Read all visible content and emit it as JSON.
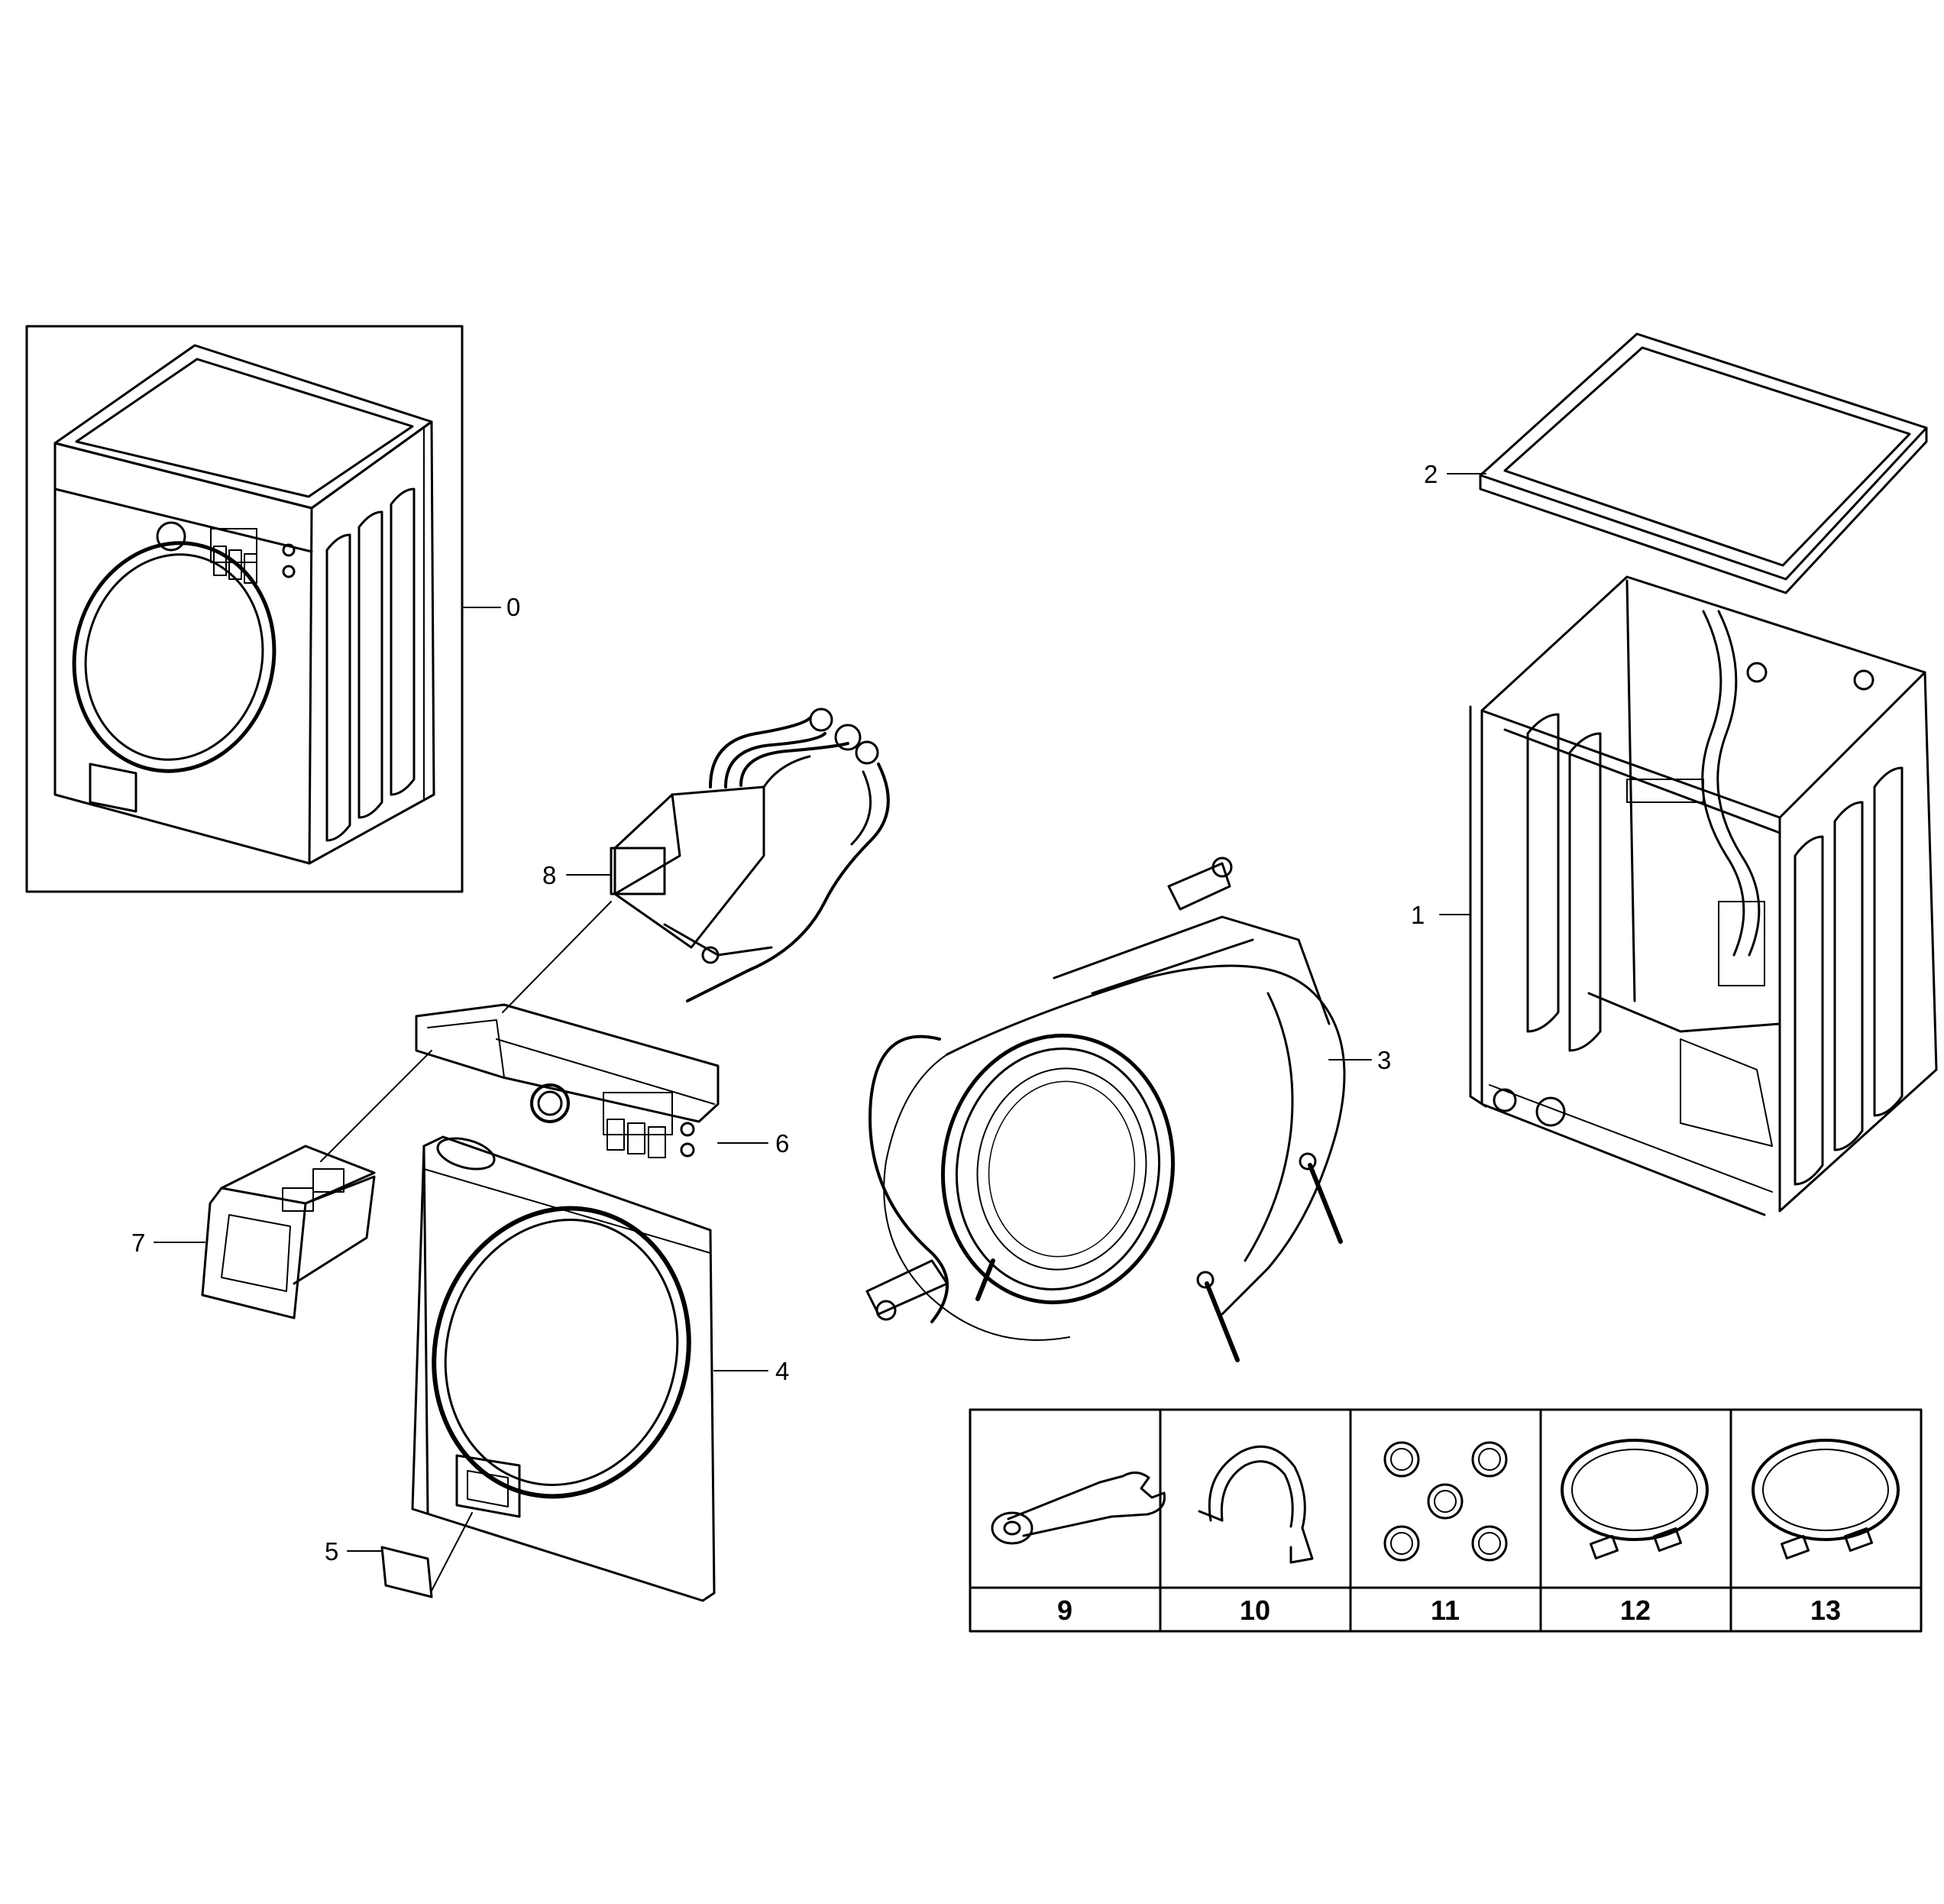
{
  "callouts": {
    "c0": "0",
    "c1": "1",
    "c2": "2",
    "c3": "3",
    "c4": "4",
    "c5": "5",
    "c6": "6",
    "c7": "7",
    "c8": "8"
  },
  "accessories": [
    {
      "number": "9",
      "icon": "wrench-icon"
    },
    {
      "number": "10",
      "icon": "hose-bracket-icon"
    },
    {
      "number": "11",
      "icon": "caps-icon"
    },
    {
      "number": "12",
      "icon": "hose-icon"
    },
    {
      "number": "13",
      "icon": "hose-icon"
    }
  ]
}
